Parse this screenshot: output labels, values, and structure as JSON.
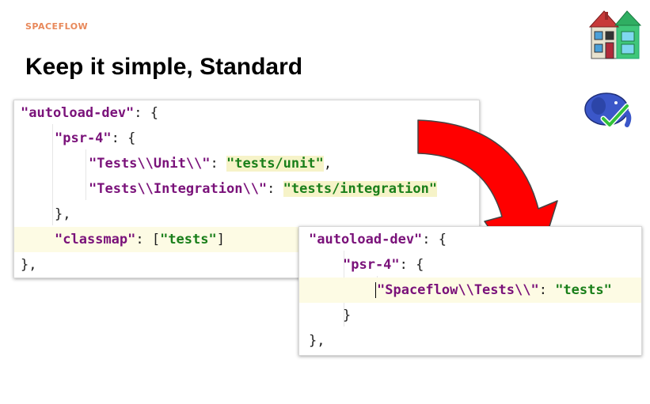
{
  "header": {
    "brand": "SPACEFLOW",
    "title": "Keep it simple, Standard"
  },
  "icons": {
    "house": "house-icon",
    "elephant": "php-elephant-check-icon",
    "arrow": "curved-arrow-icon"
  },
  "colors": {
    "brand": "#e8885a",
    "key": "#7a127a",
    "string": "#1a7f1a",
    "line_highlight": "#fdfbe4",
    "arrow": "#ff0000"
  },
  "before_code": {
    "lines": [
      {
        "key": "\"autoload-dev\"",
        "rest": ": {"
      },
      {
        "key": "\"psr-4\"",
        "rest": ": {"
      },
      {
        "key": "\"Tests\\\\Unit\\\\\"",
        "sep": ": ",
        "value": "\"tests/unit\"",
        "end": ","
      },
      {
        "key": "\"Tests\\\\Integration\\\\\"",
        "sep": ": ",
        "value": "\"tests/integration\"",
        "end": ""
      },
      {
        "punct": "},"
      },
      {
        "key": "\"classmap\"",
        "sep": ": [",
        "value": "\"tests\"",
        "end": "]"
      },
      {
        "punct": "},"
      }
    ]
  },
  "after_code": {
    "lines": [
      {
        "key": "\"autoload-dev\"",
        "rest": ": {"
      },
      {
        "key": "\"psr-4\"",
        "rest": ": {"
      },
      {
        "key": "\"Spaceflow\\\\Tests\\\\\"",
        "sep": ": ",
        "value": "\"tests\""
      },
      {
        "punct": "}"
      },
      {
        "punct": "},"
      }
    ]
  }
}
